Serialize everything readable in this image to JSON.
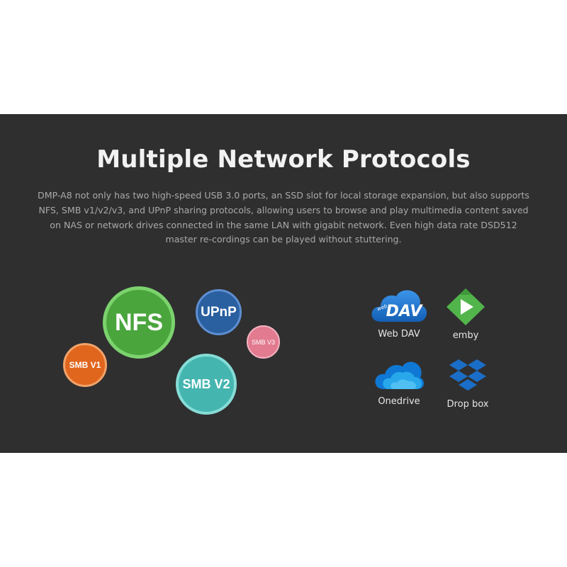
{
  "section": {
    "title": "Multiple Network Protocols",
    "description": "DMP-A8 not only has two high-speed USB 3.0 ports, an SSD slot for local storage expansion, but also supports NFS, SMB v1/v2/v3, and UPnP sharing protocols, allowing users to browse and play multimedia content saved on NAS or network drives connected in the same LAN with gigabit network. Even high data rate DSD512 master re-cordings can be played without stuttering."
  },
  "protocols": {
    "nfs": "NFS",
    "upnp": "UPnP",
    "smb_v3": "SMB V3",
    "smb_v1": "SMB V1",
    "smb_v2": "SMB V2"
  },
  "services": {
    "webdav": {
      "label": "Web DAV",
      "logo_text": "DAV",
      "logo_small": "web",
      "icon": "webdav-cloud-icon"
    },
    "emby": {
      "label": "emby",
      "icon": "emby-play-icon"
    },
    "onedrive": {
      "label": "Onedrive",
      "icon": "onedrive-cloud-icon"
    },
    "dropbox": {
      "label": "Drop box",
      "icon": "dropbox-icon"
    }
  },
  "colors": {
    "background": "#2f2f30",
    "nfs": "#4aa53d",
    "upnp": "#2a5fa0",
    "smb_v3": "#e27a90",
    "smb_v1": "#e0661e",
    "smb_v2": "#45b5b0",
    "webdav": "#1e73c8",
    "emby": "#52b54b",
    "onedrive": "#0f78d4",
    "dropbox": "#1a6ec7"
  }
}
